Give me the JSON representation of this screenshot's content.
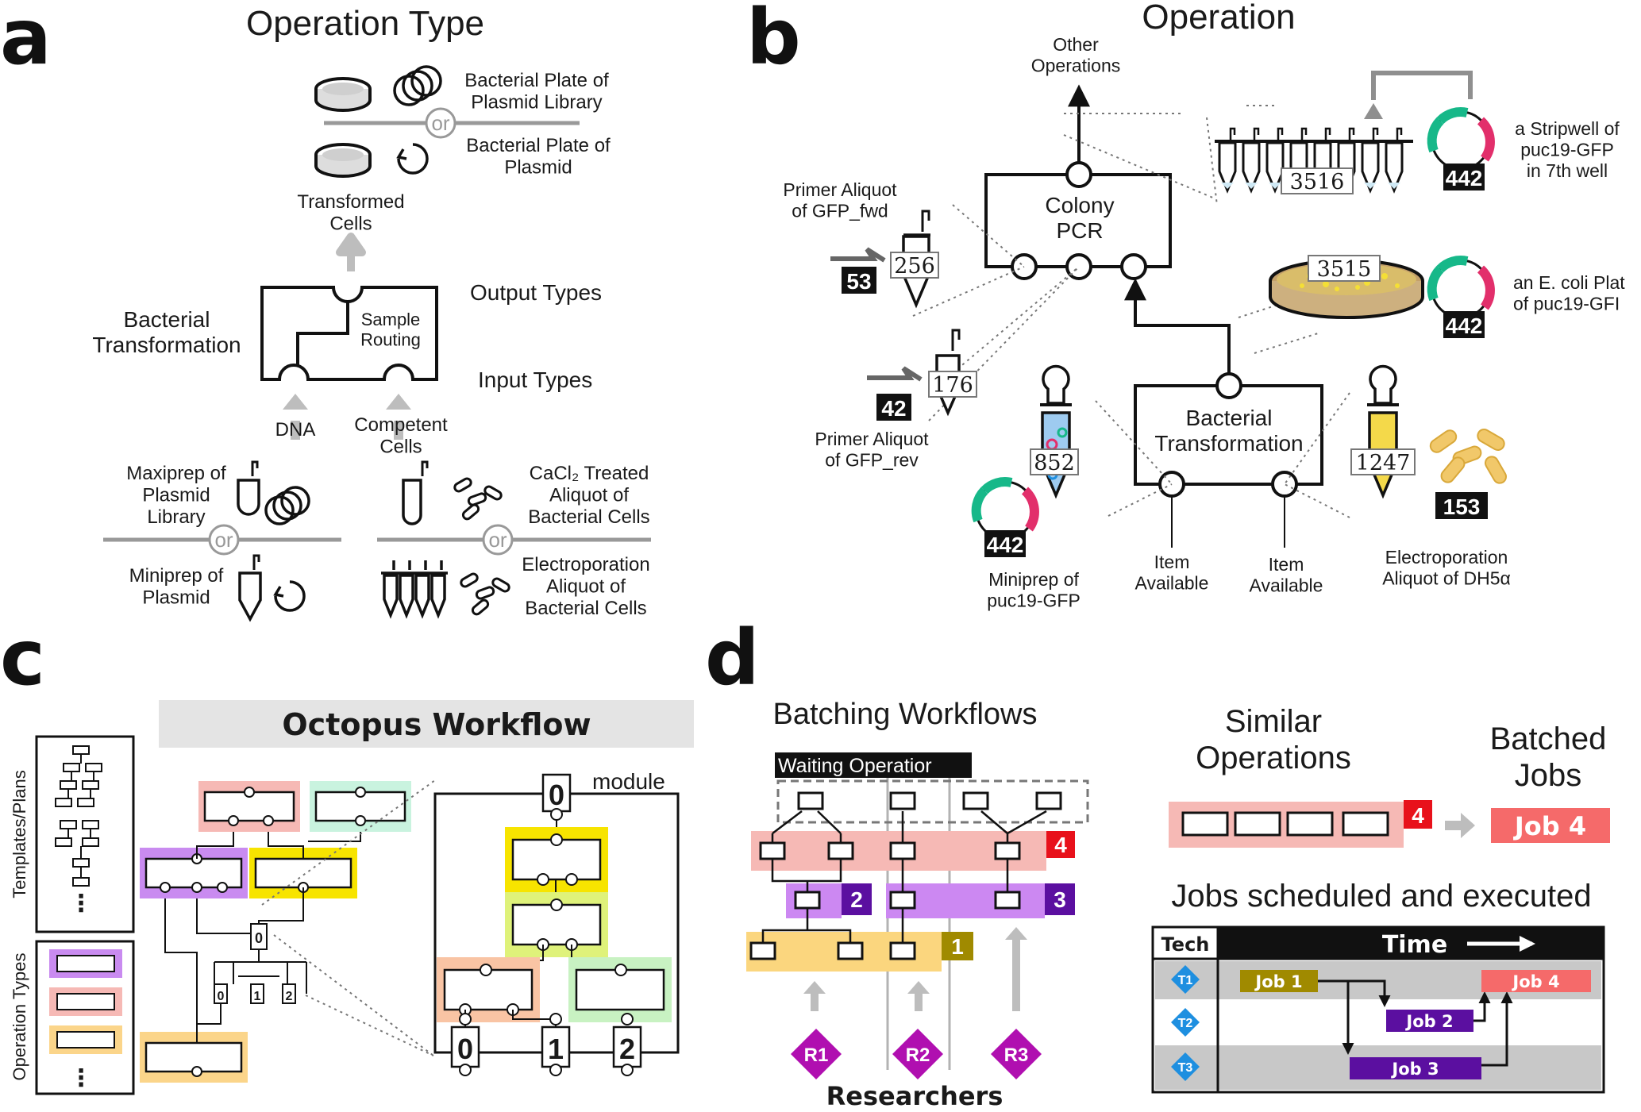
{
  "panel_a": {
    "letter": "a",
    "title": "Operation Type",
    "outputs": {
      "plate_library": "Bacterial Plate of\nPlasmid Library",
      "plate_plasmid": "Bacterial Plate of\nPlasmid",
      "or": "or",
      "transformed": "Transformed\nCells"
    },
    "operation": {
      "name": "Bacterial\nTransformation",
      "routing": "Sample\nRouting",
      "output_types": "Output Types",
      "input_types": "Input Types"
    },
    "inputs": {
      "dna": "DNA",
      "competent": "Competent\nCells",
      "maxiprep": "Maxiprep of\nPlasmid\nLibrary",
      "miniprep": "Miniprep of\nPlasmid",
      "cacl2": "CaCl₂ Treated\nAliquot of\nBacterial Cells",
      "electro": "Electroporation\nAliquot of\nBacterial Cells",
      "or": "or"
    }
  },
  "panel_b": {
    "letter": "b",
    "title": "Operation",
    "other_ops": "Other\nOperations",
    "colony_pcr": "Colony\nPCR",
    "bact_trans": "Bacterial\nTransformation",
    "primer_fwd": "Primer Aliquot\nof GFP_fwd",
    "primer_rev": "Primer Aliquot\nof GFP_rev",
    "fwd_id": "256",
    "fwd_badge": "53",
    "rev_id": "176",
    "rev_badge": "42",
    "stripwell_id": "3516",
    "stripwell_badge": "442",
    "stripwell_label": "a Stripwell of\npuc19-GFP\nin 7th well",
    "plate_id": "3515",
    "plate_badge": "442",
    "plate_label": "an E. coli Plat\nof puc19-GFI",
    "miniprep_id": "852",
    "miniprep_badge": "442",
    "miniprep_label": "Miniprep of\npuc19-GFP",
    "item_available_1": "Item\nAvailable",
    "item_available_2": "Item\nAvailable",
    "electro_id": "1247",
    "electro_badge": "153",
    "electro_label": "Electroporation\nAliquot of DH5α"
  },
  "panel_c": {
    "letter": "c",
    "title": "Octopus Workflow",
    "templates": "Templates/Plans",
    "op_types": "Operation Types",
    "module": "module",
    "n0": "0",
    "n1": "1",
    "n2": "2",
    "colors": {
      "pink": "#f6b9b5",
      "mint": "#c9f3df",
      "violet": "#c98bf0",
      "yellow": "#f7e400",
      "orange": "#fbd58a",
      "lime": "#dff27a",
      "salmon": "#f9c4a4",
      "green": "#c8f2c2",
      "header_gray": "#e4e4e4"
    }
  },
  "panel_d": {
    "letter": "d",
    "title": "Batching Workflows",
    "waiting": "Waiting Operatior",
    "b4": "4",
    "b2": "2",
    "b3": "3",
    "b1": "1",
    "r1": "R1",
    "r2": "R2",
    "r3": "R3",
    "researchers": "Researchers",
    "similar": "Similar\nOperations",
    "batched": "Batched\nJobs",
    "job4": "Job 4",
    "scheduled": "Jobs scheduled and executed",
    "tech": "Tech",
    "time": "Time",
    "t1": "T1",
    "t2": "T2",
    "t3": "T3",
    "job1": "Job 1",
    "job2": "Job 2",
    "job3": "Job 3",
    "job4b": "Job 4",
    "colors": {
      "red": "#e8111b",
      "purple": "#5b0fa0",
      "olive": "#a08a00",
      "pink": "#f6b9b5",
      "lilac": "#cc88f2",
      "gold": "#fbd67e",
      "magenta": "#b00fb0",
      "blue": "#1e8fe0",
      "job4": "#f56a6a"
    }
  }
}
